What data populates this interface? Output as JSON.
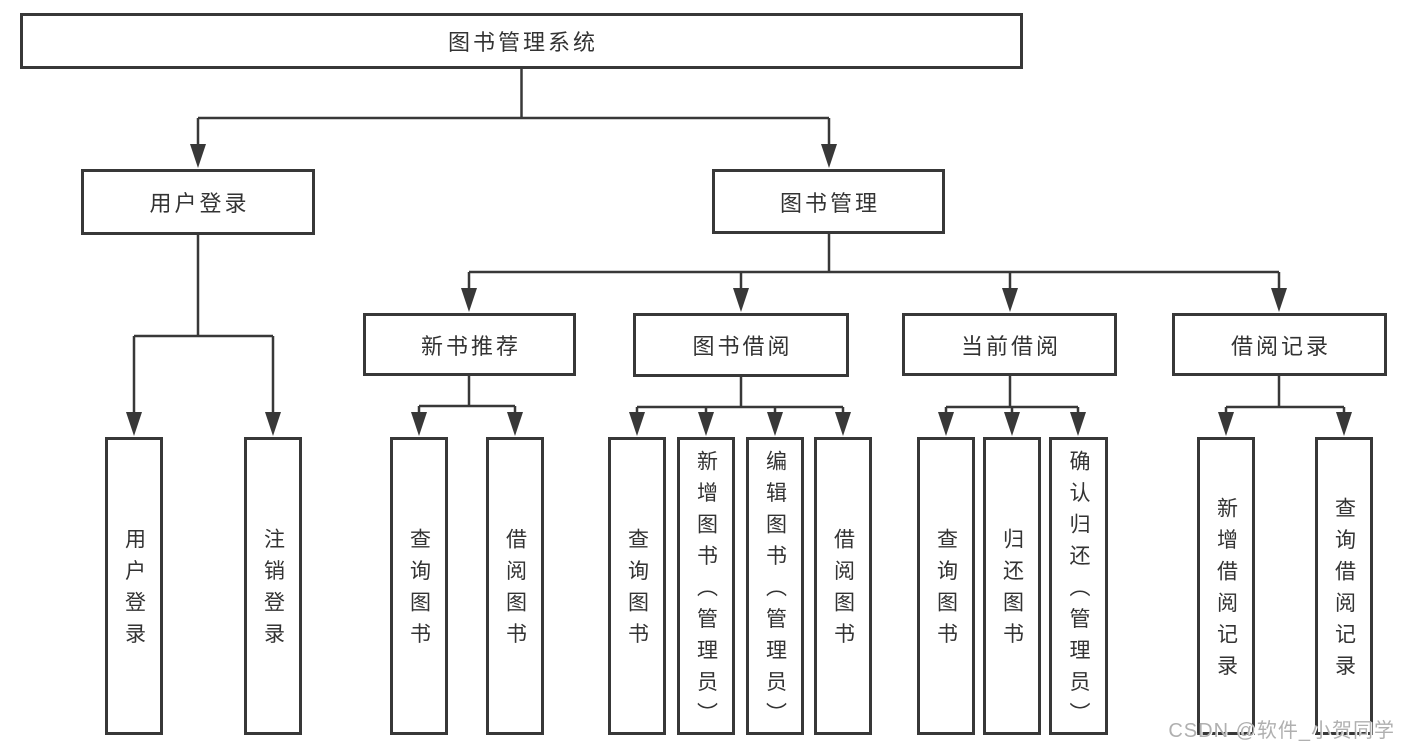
{
  "tree": {
    "root": {
      "label": "图书管理系统"
    },
    "branches": [
      {
        "label": "用户登录",
        "children": [
          {
            "label": "用户登录"
          },
          {
            "label": "注销登录"
          }
        ]
      },
      {
        "label": "图书管理",
        "children": [
          {
            "label": "新书推荐",
            "children": [
              {
                "label": "查询图书"
              },
              {
                "label": "借阅图书"
              }
            ]
          },
          {
            "label": "图书借阅",
            "children": [
              {
                "label": "查询图书"
              },
              {
                "label": "新增图书（管理员）"
              },
              {
                "label": "编辑图书（管理员）"
              },
              {
                "label": "借阅图书"
              }
            ]
          },
          {
            "label": "当前借阅",
            "children": [
              {
                "label": "查询图书"
              },
              {
                "label": "归还图书"
              },
              {
                "label": "确认归还（管理员）"
              }
            ]
          },
          {
            "label": "借阅记录",
            "children": [
              {
                "label": "新增借阅记录"
              },
              {
                "label": "查询借阅记录"
              }
            ]
          }
        ]
      }
    ]
  },
  "watermark": {
    "text": "CSDN @软件_小贺同学"
  },
  "colors": {
    "line": "#383838",
    "text": "#333333",
    "watermark": "#b0b0b0",
    "background": "#ffffff"
  }
}
